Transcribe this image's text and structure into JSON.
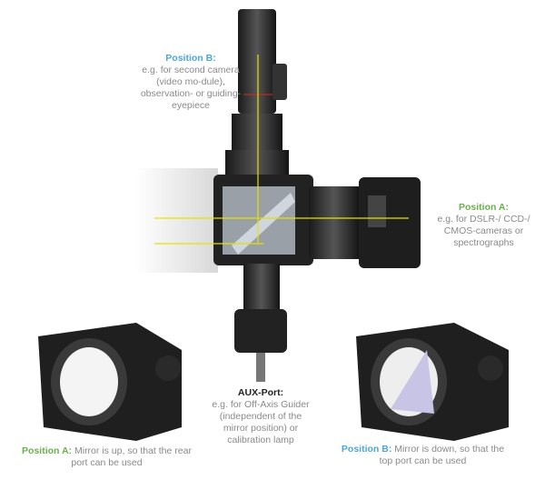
{
  "colors": {
    "position_a": "#6ab04c",
    "position_b": "#4ea6dc",
    "aux": "#222222",
    "body_text": "#8a8a8a",
    "light_path": "#e8e000"
  },
  "labels": {
    "position_b_top": {
      "title": "Position B:",
      "text": "e.g. for second camera (video mo-dule), observation- or guiding-eyepiece"
    },
    "position_a_right": {
      "title": "Position A:",
      "text": "e.g. for DSLR-/ CCD-/ CMOS-cameras or spectrographs"
    },
    "aux_port": {
      "title": "AUX-Port:",
      "text": "e.g. for Off-Axis Guider (independent of the mirror position) or calibration lamp"
    },
    "position_a_bottom": {
      "title": "Position A:",
      "text": "Mirror is up, so that the rear port can be used"
    },
    "position_b_bottom": {
      "title": "Position B:",
      "text": "Mirror is down, so that the top port can be used"
    }
  }
}
